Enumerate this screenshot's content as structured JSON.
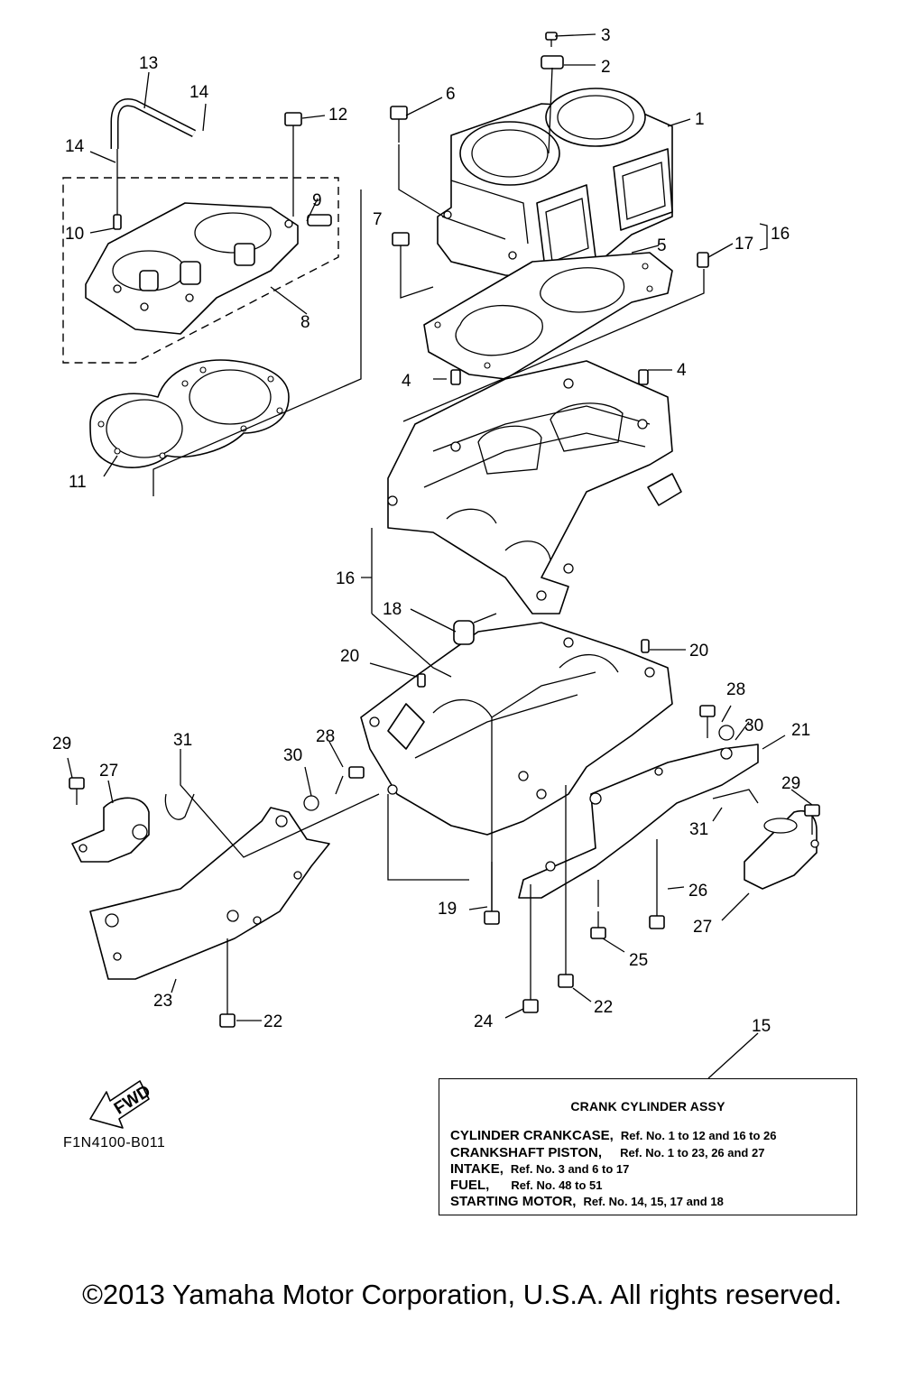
{
  "callouts": [
    {
      "id": "c1",
      "label": "1"
    },
    {
      "id": "c2",
      "label": "2"
    },
    {
      "id": "c3",
      "label": "3"
    },
    {
      "id": "c4a",
      "label": "4"
    },
    {
      "id": "c4b",
      "label": "4"
    },
    {
      "id": "c5",
      "label": "5"
    },
    {
      "id": "c6",
      "label": "6"
    },
    {
      "id": "c7",
      "label": "7"
    },
    {
      "id": "c8",
      "label": "8"
    },
    {
      "id": "c9",
      "label": "9"
    },
    {
      "id": "c10",
      "label": "10"
    },
    {
      "id": "c11",
      "label": "11"
    },
    {
      "id": "c12",
      "label": "12"
    },
    {
      "id": "c13",
      "label": "13"
    },
    {
      "id": "c14a",
      "label": "14"
    },
    {
      "id": "c14b",
      "label": "14"
    },
    {
      "id": "c15",
      "label": "15"
    },
    {
      "id": "c16a",
      "label": "16"
    },
    {
      "id": "c16b",
      "label": "16"
    },
    {
      "id": "c17",
      "label": "17"
    },
    {
      "id": "c18",
      "label": "18"
    },
    {
      "id": "c19",
      "label": "19"
    },
    {
      "id": "c20a",
      "label": "20"
    },
    {
      "id": "c20b",
      "label": "20"
    },
    {
      "id": "c21",
      "label": "21"
    },
    {
      "id": "c22a",
      "label": "22"
    },
    {
      "id": "c22b",
      "label": "22"
    },
    {
      "id": "c23",
      "label": "23"
    },
    {
      "id": "c24",
      "label": "24"
    },
    {
      "id": "c25",
      "label": "25"
    },
    {
      "id": "c26",
      "label": "26"
    },
    {
      "id": "c27a",
      "label": "27"
    },
    {
      "id": "c27b",
      "label": "27"
    },
    {
      "id": "c28a",
      "label": "28"
    },
    {
      "id": "c28b",
      "label": "28"
    },
    {
      "id": "c29a",
      "label": "29"
    },
    {
      "id": "c29b",
      "label": "29"
    },
    {
      "id": "c30a",
      "label": "30"
    },
    {
      "id": "c30b",
      "label": "30"
    },
    {
      "id": "c31a",
      "label": "31"
    },
    {
      "id": "c31b",
      "label": "31"
    }
  ],
  "fwd_label": "FWD",
  "diagram_code": "F1N4100-B011",
  "legend": {
    "title": "CRANK  CYLINDER ASSY",
    "rows": [
      {
        "name": "CYLINDER CRANKCASE,",
        "ref": "Ref. No. 1 to 12 and 16 to 26"
      },
      {
        "name": "CRANKSHAFT PISTON,",
        "ref": "Ref. No. 1 to 23, 26 and 27"
      },
      {
        "name": "INTAKE,",
        "ref": "Ref. No. 3 and 6 to 17"
      },
      {
        "name": "FUEL,",
        "ref": "Ref. No. 48 to 51"
      },
      {
        "name": "STARTING MOTOR,",
        "ref": "Ref. No. 14, 15, 17 and 18"
      }
    ]
  },
  "copyright": "©2013 Yamaha Motor Corporation, U.S.A. All rights reserved."
}
